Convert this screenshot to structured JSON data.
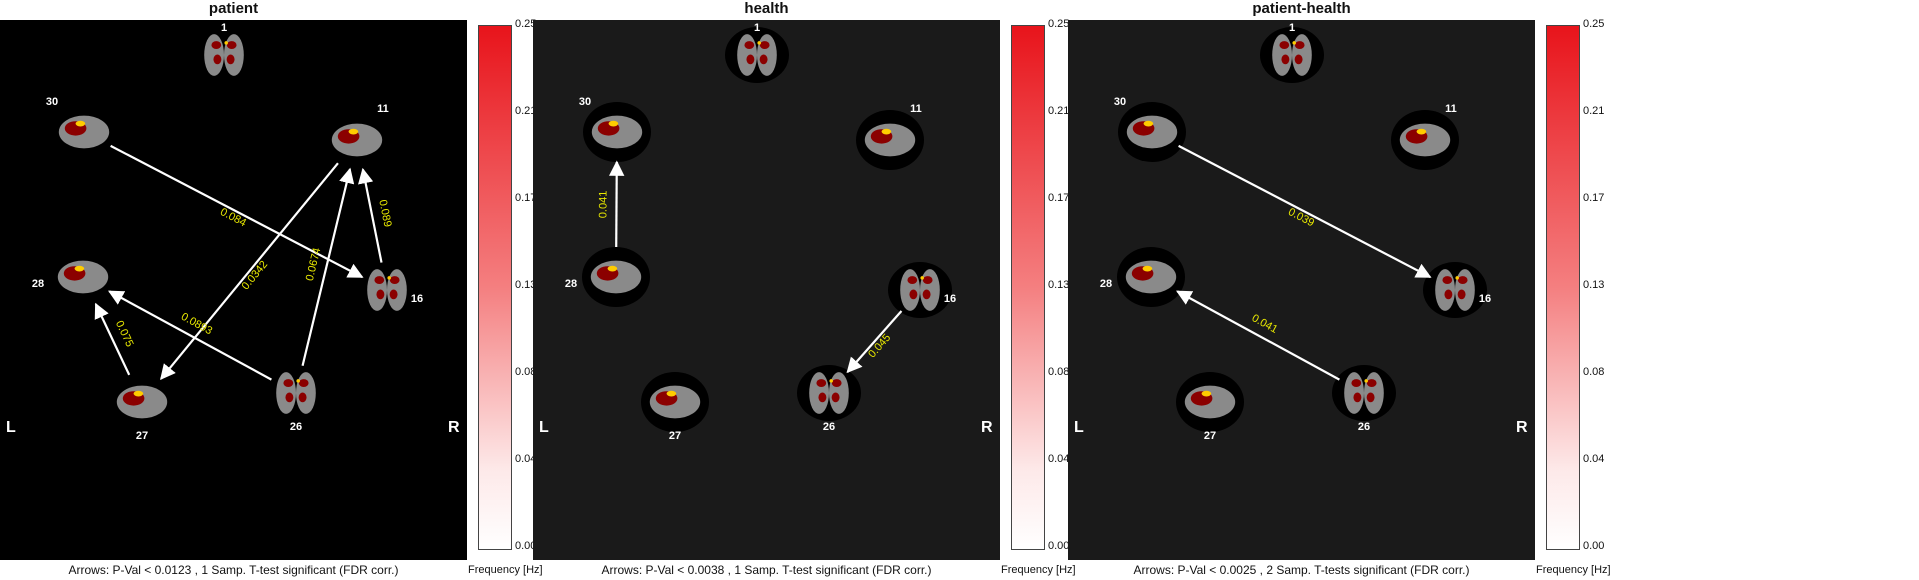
{
  "panels": [
    {
      "title": "patient",
      "caption": "Arrows: P-Val < 0.0123 , 1 Samp. T-test significant (FDR corr.)",
      "background": "#000000",
      "edges": [
        {
          "from": "30",
          "to": "16",
          "value": "0.084"
        },
        {
          "from": "16",
          "to": "11",
          "value": "0.089"
        },
        {
          "from": "11",
          "to": "27",
          "value": "0.0342"
        },
        {
          "from": "26",
          "to": "11",
          "value": "0.0674"
        },
        {
          "from": "26",
          "to": "28",
          "value": "0.0893"
        },
        {
          "from": "27",
          "to": "28",
          "value": "0.075"
        }
      ]
    },
    {
      "title": "health",
      "caption": "Arrows: P-Val < 0.0038 , 1 Samp. T-test significant (FDR corr.)",
      "background": "#1a1a1a",
      "edges": [
        {
          "from": "28",
          "to": "30",
          "value": "0.041"
        },
        {
          "from": "16",
          "to": "26",
          "value": "0.045"
        }
      ]
    },
    {
      "title": "patient-health",
      "caption": "Arrows: P-Val < 0.0025 , 2 Samp. T-tests significant (FDR corr.)",
      "background": "#1a1a1a",
      "edges": [
        {
          "from": "30",
          "to": "16",
          "value": "0.039"
        },
        {
          "from": "26",
          "to": "28",
          "value": "0.041"
        }
      ]
    }
  ],
  "nodes": [
    "1",
    "30",
    "11",
    "28",
    "16",
    "27",
    "26"
  ],
  "side_labels": {
    "left": "L",
    "right": "R"
  },
  "colorbar": {
    "ticks": [
      "0.25",
      "0.21",
      "0.17",
      "0.13",
      "0.08",
      "0.04",
      "0.00"
    ],
    "label": "Frequency [Hz]",
    "colors": {
      "top": "#e8141b",
      "bottom": "#ffffff"
    }
  },
  "colors": {
    "arrow": "#ffffff",
    "edge_label": "#e8e800",
    "node_label": "#ffffff",
    "brain_gray": "#8a8a8a",
    "activation": "#8b0000",
    "activation_hot": "#ffcc00"
  }
}
